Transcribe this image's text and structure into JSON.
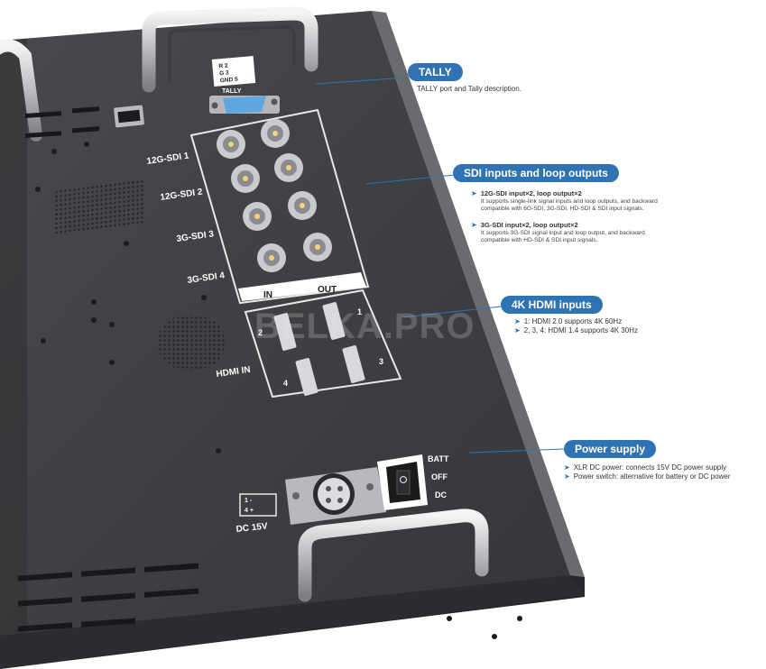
{
  "watermark": "BELKA.PRO",
  "panel_labels": {
    "tally_pins": [
      "R 2",
      "G 3",
      "GND 5"
    ],
    "tally": "TALLY",
    "sdi": [
      "12G-SDI 1",
      "12G-SDI 2",
      "3G-SDI 3",
      "3G-SDI 4"
    ],
    "sdi_in": "IN",
    "sdi_out": "OUT",
    "hdmi_in": "HDMI IN",
    "hdmi_ports": [
      "1",
      "2",
      "3",
      "4"
    ],
    "dc": "DC 15V",
    "xlr_pins": [
      "1 -",
      "4 +"
    ],
    "switch": [
      "BATT",
      "OFF",
      "DC"
    ]
  },
  "callouts": {
    "tally": {
      "title": "TALLY",
      "text": "TALLY port and Tally description."
    },
    "sdi": {
      "title": "SDI inputs and loop outputs",
      "items": [
        {
          "heading": "12G-SDI input×2, loop output×2",
          "line1": "It supports single-link signal inputs and loop outputs, and  backward",
          "line2": "compatible with 6G-SDI, 3G-SDI, HD-SDI & SDI input signals."
        },
        {
          "heading": "3G-SDI input×2, loop output×2",
          "line1": "It supports 3G-SDI signal input and loop output, and backward",
          "line2": "compatible with HD-SDI & SDI  input signals."
        }
      ]
    },
    "hdmi": {
      "title": "4K HDMI inputs",
      "items": [
        "1: HDMI 2.0 supports 4K 60Hz",
        "2, 3, 4: HDMI 1.4 supports 4K 30Hz"
      ]
    },
    "power": {
      "title": "Power supply",
      "items": [
        "XLR DC power: connects 15V DC power supply",
        "Power switch: alternative for battery or DC power"
      ]
    }
  },
  "colors": {
    "accent": "#2f73b3",
    "panel": "#3c3d40",
    "background": "#ffffff"
  }
}
